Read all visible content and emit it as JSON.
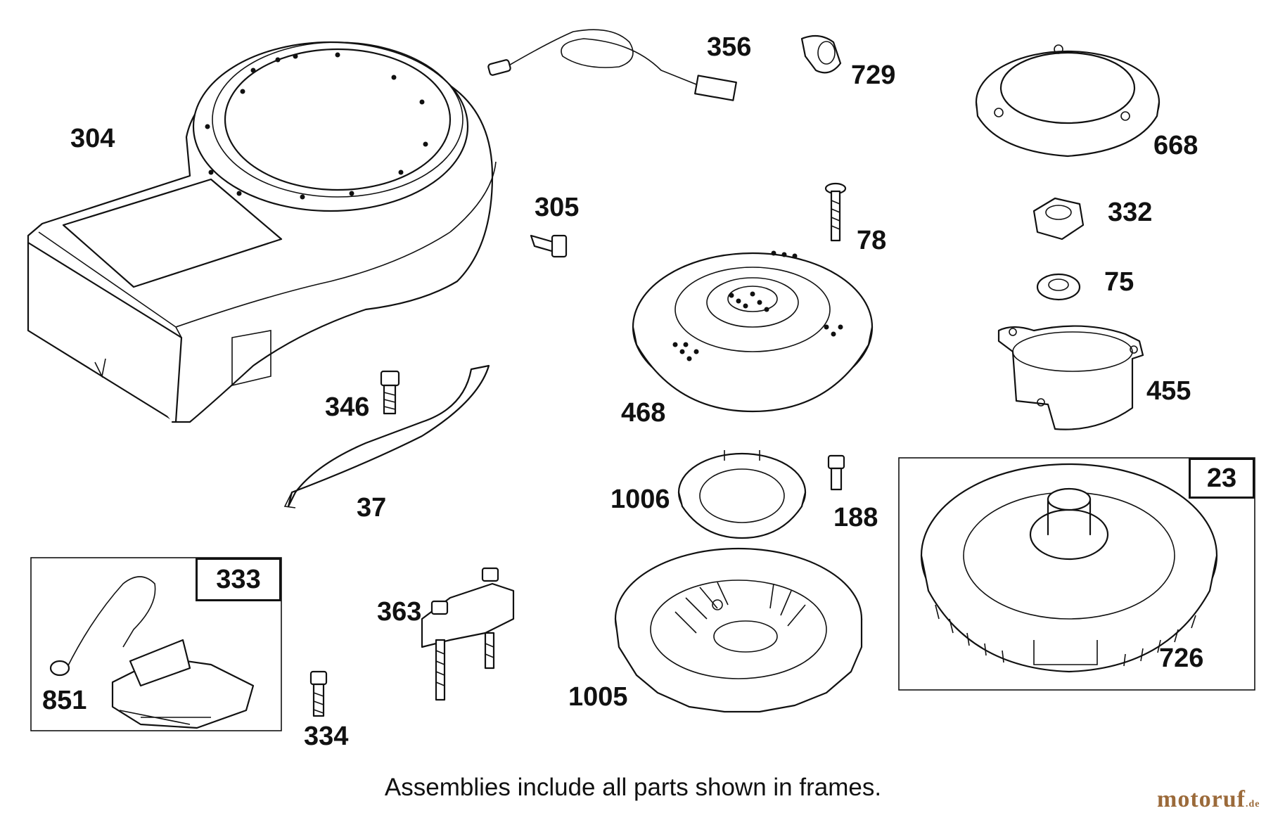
{
  "parts": [
    {
      "id": "304"
    },
    {
      "id": "356"
    },
    {
      "id": "729"
    },
    {
      "id": "668"
    },
    {
      "id": "305"
    },
    {
      "id": "78"
    },
    {
      "id": "332"
    },
    {
      "id": "75"
    },
    {
      "id": "455"
    },
    {
      "id": "346"
    },
    {
      "id": "468"
    },
    {
      "id": "37"
    },
    {
      "id": "1006"
    },
    {
      "id": "188"
    },
    {
      "id": "23"
    },
    {
      "id": "333"
    },
    {
      "id": "363"
    },
    {
      "id": "726"
    },
    {
      "id": "851"
    },
    {
      "id": "334"
    },
    {
      "id": "1005"
    }
  ],
  "frames": {
    "ignition_coil_frame_label": "333",
    "flywheel_frame_label": "23"
  },
  "caption": "Assemblies include all parts shown in frames.",
  "watermark": {
    "brand": "motoruf",
    "tld": ".de"
  },
  "colors": {
    "ink": "#111111",
    "watermark": "#9b6a3a",
    "background": "#ffffff"
  }
}
